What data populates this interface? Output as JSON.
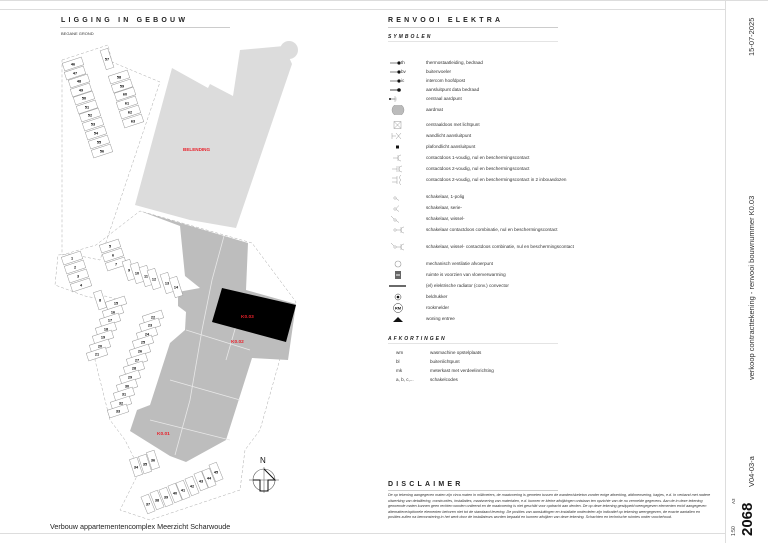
{
  "left": {
    "title": "LIGGING IN GEBOUW",
    "floor": "BEGANE GROND",
    "neighbour_label": "BELENDING",
    "units": [
      "K0.01",
      "K0.02",
      "K0.03"
    ],
    "highlighted_unit": "K0.03",
    "parking_numbers": [
      "1",
      "2",
      "3",
      "4",
      "5",
      "6",
      "7",
      "8",
      "9",
      "10",
      "11",
      "12",
      "13",
      "14",
      "15",
      "16",
      "17",
      "18",
      "19",
      "20",
      "21",
      "22",
      "23",
      "24",
      "25",
      "26",
      "27",
      "28",
      "29",
      "30",
      "31",
      "32",
      "33",
      "34",
      "35",
      "36",
      "37",
      "38",
      "39",
      "40",
      "41",
      "42",
      "43",
      "44",
      "45",
      "46",
      "47",
      "48",
      "49",
      "50",
      "51",
      "52",
      "53",
      "54",
      "55",
      "56",
      "57",
      "58",
      "59",
      "60",
      "61",
      "62",
      "63"
    ],
    "north_label": "N",
    "project_title": "Verbouw appartementencomplex Meerzicht Scharwoude"
  },
  "right": {
    "title": "RENVOOI ELEKTRA",
    "symbols_header": "SYMBOLEN",
    "symbols": [
      {
        "icon": "thermostat",
        "code": "th",
        "label": "thermostaatleiding, bedraad"
      },
      {
        "icon": "buitenvoeler",
        "code": "bv",
        "label": "buitenvoeler"
      },
      {
        "icon": "intercom",
        "code": "ic",
        "label": "intercom hoofdpost"
      },
      {
        "icon": "data",
        "code": "",
        "label": "aansluitpunt data bedraad"
      },
      {
        "icon": "earth-point",
        "code": "",
        "label": "centraal aardpunt"
      },
      {
        "icon": "earth-mat",
        "code": "",
        "label": "aardmat"
      },
      {
        "icon": "junction-box-light",
        "code": "",
        "label": "centraaldoos met lichtpunt"
      },
      {
        "icon": "wall-light",
        "code": "",
        "label": "wandlicht aansluitpunt"
      },
      {
        "icon": "ceiling-light",
        "code": "",
        "label": "plafondlicht aansluitpunt"
      },
      {
        "icon": "socket-1",
        "code": "",
        "label": "contactdoos 1-voudig, nul en beschermingscontact"
      },
      {
        "icon": "socket-2",
        "code": "",
        "label": "contactdoos 2-voudig, nul en beschermingscontact"
      },
      {
        "icon": "socket-2-split",
        "code": "",
        "label": "contactdoos 2-voudig, nul en beschermingscontact in 2 inbouwdozen"
      },
      {
        "icon": "switch-1",
        "code": "",
        "label": "schakelaar, 1-polig"
      },
      {
        "icon": "switch-serie",
        "code": "",
        "label": "schakelaar, serie-"
      },
      {
        "icon": "switch-wissel",
        "code": "",
        "label": "schakelaar, wissel-"
      },
      {
        "icon": "switch-socket",
        "code": "",
        "label": "schakelaar contactdoos combinatie, nul en beschermingscontact"
      },
      {
        "icon": "switch-wissel-socket",
        "code": "",
        "label": "schakelaar, wissel- contactdoos combinatie, nul en beschermingscontact"
      },
      {
        "icon": "ventilation",
        "code": "",
        "label": "mechanisch ventilatie afvoerpunt"
      },
      {
        "icon": "floor-heating",
        "code": "",
        "label": "ruimte is voorzien van vloerverwarming"
      },
      {
        "icon": "radiator",
        "code": "",
        "label": "(el) elektrische radiator (conv.) convector"
      },
      {
        "icon": "doorbell",
        "code": "",
        "label": "beldrukker"
      },
      {
        "icon": "smoke-detector",
        "code": "RM",
        "label": "rookmelder"
      },
      {
        "icon": "entrance",
        "code": "",
        "label": "woning entree"
      }
    ],
    "abbr_header": "AFKORTINGEN",
    "abbreviations": [
      {
        "abbr": "wm",
        "meaning": "wasmachine opstelplaats"
      },
      {
        "abbr": "bl",
        "meaning": "buitenlichtpunt"
      },
      {
        "abbr": "mk",
        "meaning": "meterkast met verdeelinrichting"
      },
      {
        "abbr": "a, b, c,...",
        "meaning": "schakelcodes"
      }
    ],
    "disclaimer_header": "DISCLAIMER",
    "disclaimer_text": "De op tekening aangegeven maten zijn circa maten in millimeters, de maatvoering is gemeten tussen de wanden/skeleton zonder enige afwerking, afdimensering, kapjes, e.d. In verband met nadere uitwerking van detaillering, constructies, installaties, maatvoering van materialen, e.d. kunnen er kleine afwijkingen ontstaan ten opzichte van de nu vermelde gegevens. Aan de in deze tekening genoemde maten kunnen geen rechten worden ontleend en de maatvoering is niet geschikt voor opdracht aan derden. De op deze tekening gestippeld weergegeven elementen en/of aangegeven alternatieve/optionele elementen behoren niet tot de standaard levering. De posities van aansluitingen en installatie onderdelen zijn indicatief op tekening weergegeven, de exacte aantallen en posities zullen na bemonstering in het werk door de installateurs worden bepaald en kunnen afwijken van deze tekening. Schachten en technische ruimtes onder voorbehoud."
  },
  "titleblock": {
    "date": "15-07-2025",
    "description": "verkoop contracttekening - renvooi bouwnummer K0.03",
    "drawing_code": "V04-03-a",
    "project_number": "2068",
    "scale": "1:50",
    "paper": "A3"
  },
  "colors": {
    "neighbour": "#dcdcdc",
    "building": "#bdbdbd",
    "highlight": "#000000",
    "label_red": "#e8202a"
  }
}
